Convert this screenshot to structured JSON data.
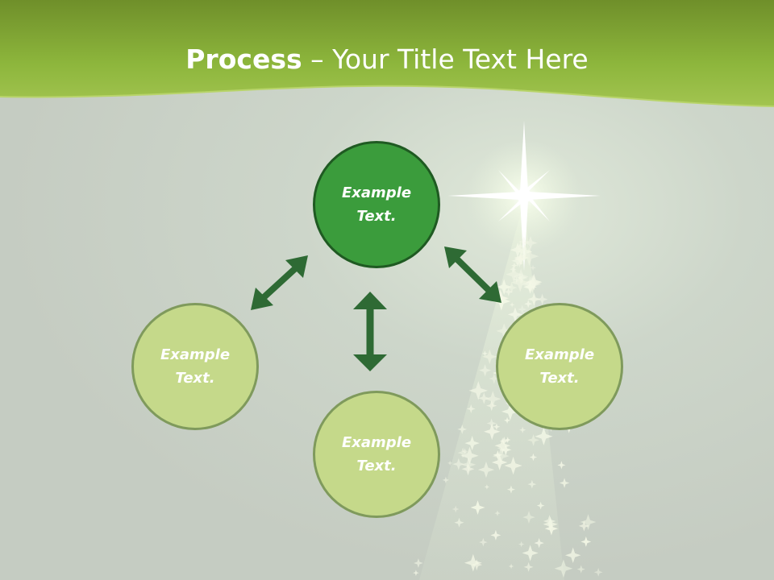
{
  "slide": {
    "title_bold": "Process",
    "title_rest": " – Your Title Text Here"
  },
  "nodes": {
    "top": "Example Text.",
    "left": "Example Text.",
    "right": "Example Text.",
    "bottom": "Example Text."
  },
  "colors": {
    "header_green": "#8fb83a",
    "center_node": "#3b9c3c",
    "outer_node": "#c5d98a",
    "arrow": "#2e6a34"
  }
}
